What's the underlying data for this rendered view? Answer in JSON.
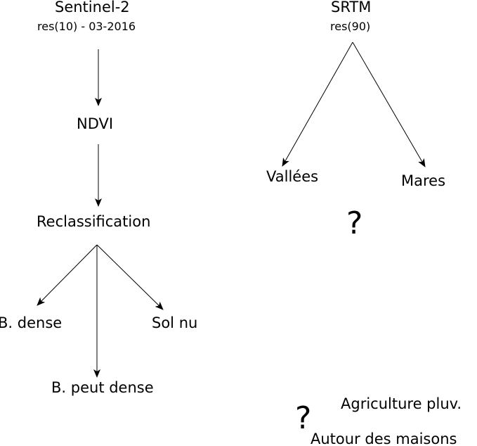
{
  "sentinel": {
    "title": "Sentinel-2",
    "subtitle": "res(10) - 03-2016"
  },
  "srtm": {
    "title": "SRTM",
    "subtitle": "res(90)"
  },
  "nodes": {
    "ndvi": "NDVI",
    "reclassification": "Reclassification",
    "b_dense": "B. dense",
    "sol_nu": "Sol nu",
    "b_peut_dense": "B. peut dense",
    "vallees": "Vallées",
    "mares": "Mares",
    "agriculture": "Agriculture pluv.",
    "autour": "Autour des maisons"
  },
  "question_marks": {
    "upper": "?",
    "lower": "?"
  }
}
